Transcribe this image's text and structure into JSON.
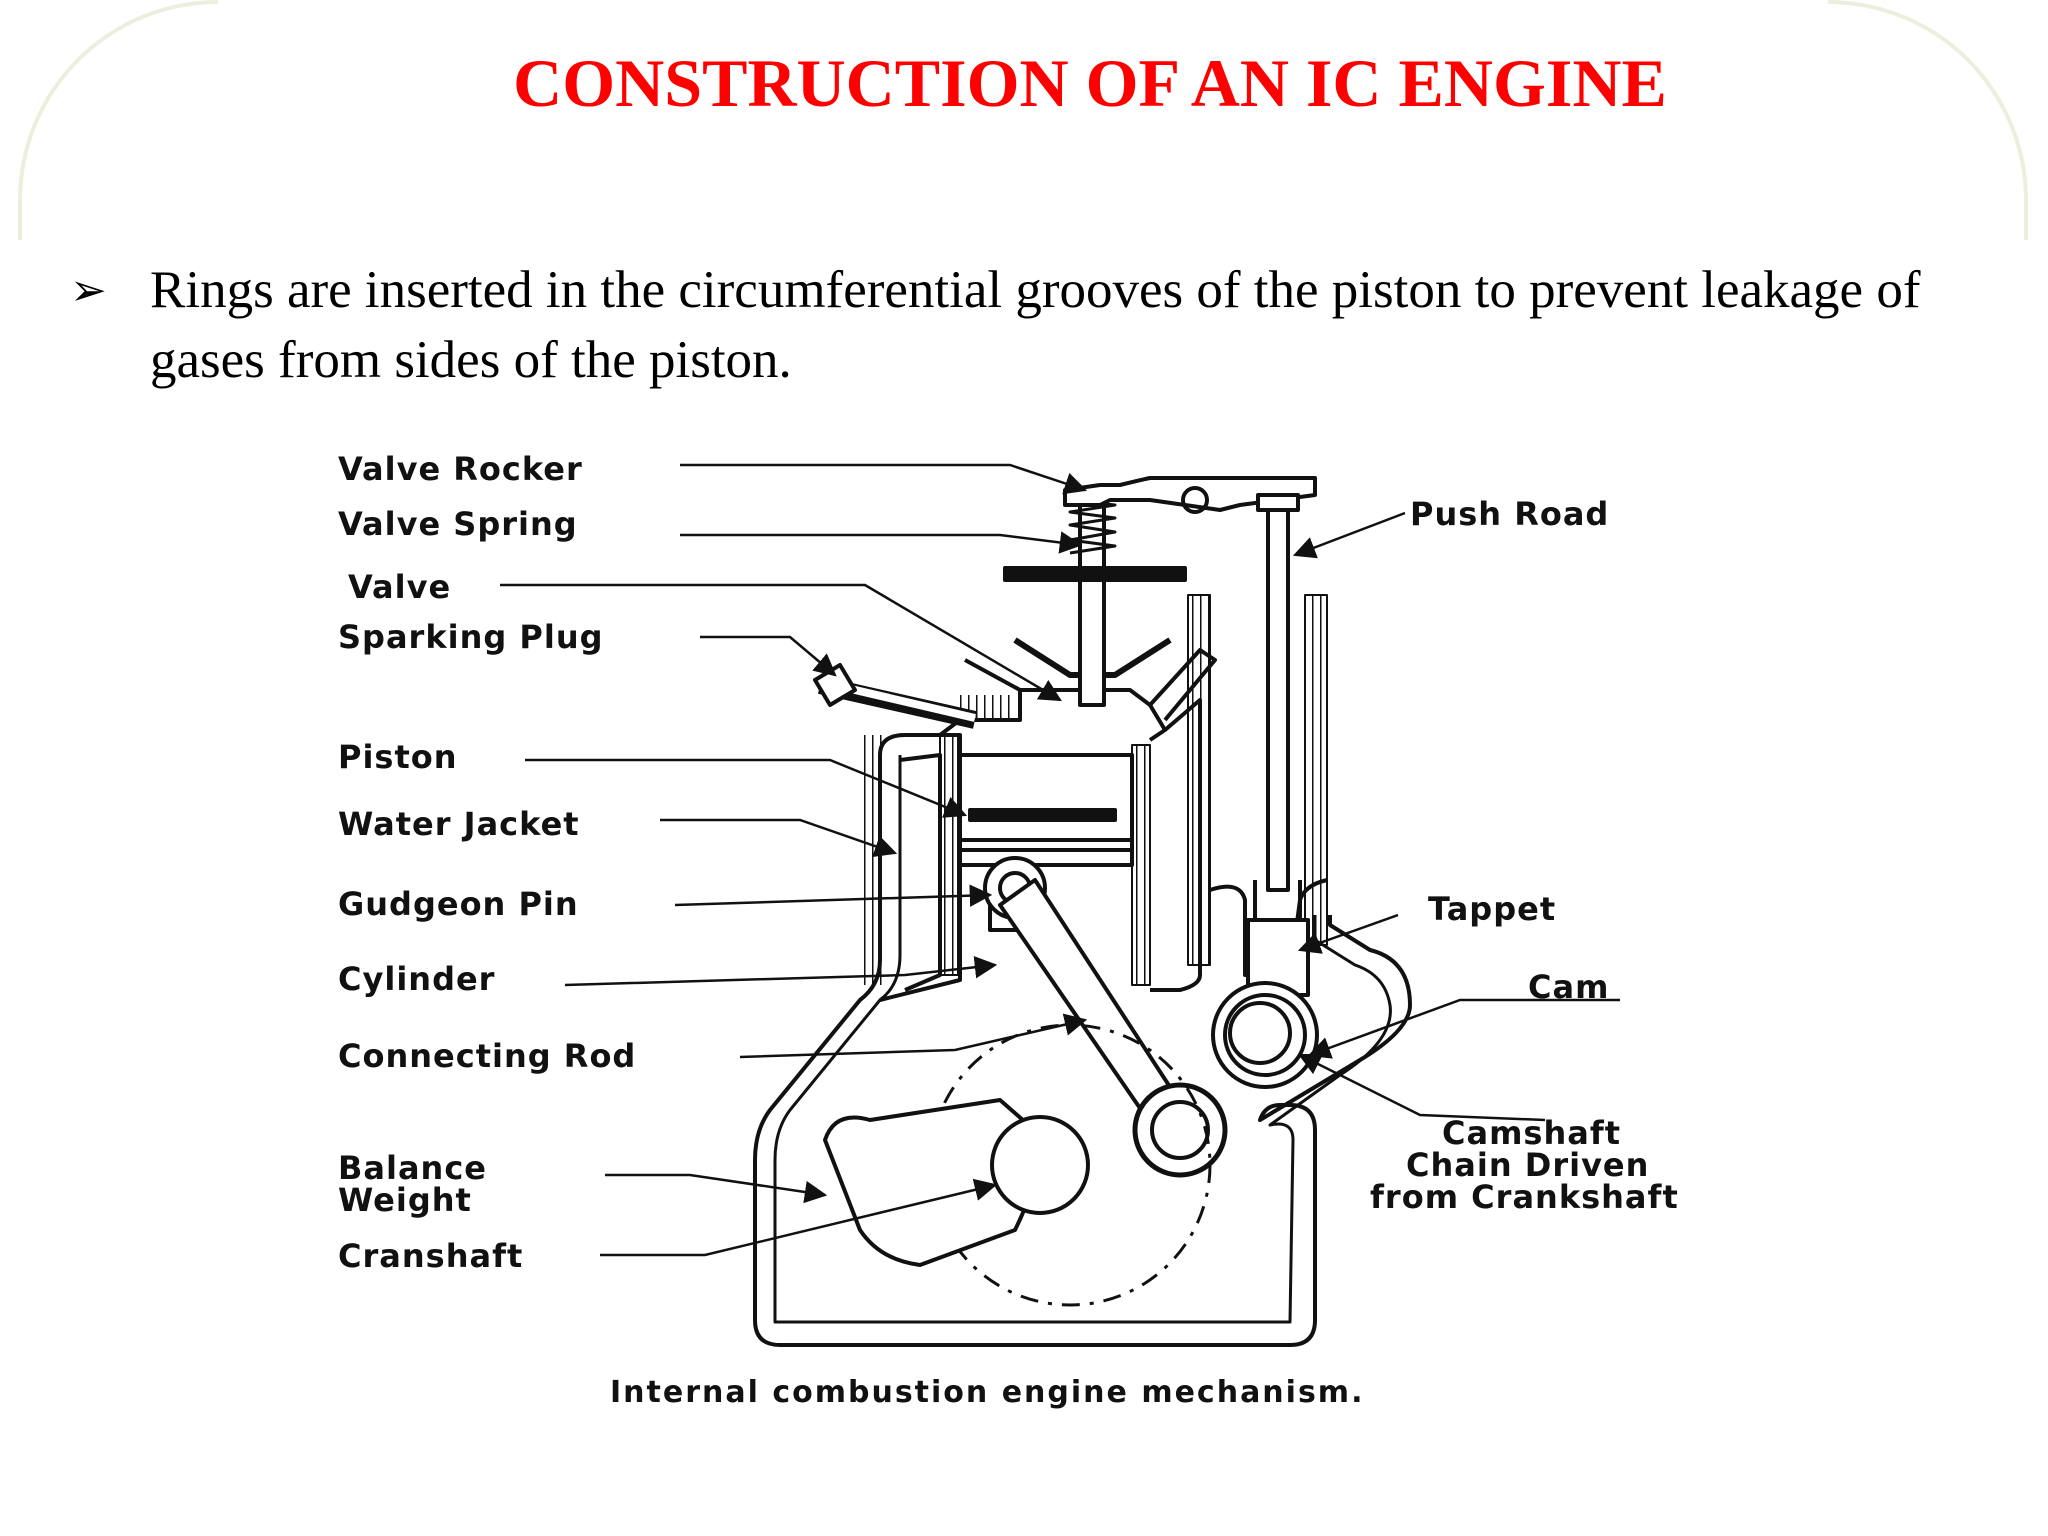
{
  "title": "CONSTRUCTION OF AN IC ENGINE",
  "bullet": {
    "marker": "➢",
    "text": "Rings are inserted in the circumferential grooves  of the piston to prevent leakage of gases from sides of the piston."
  },
  "diagram": {
    "labels": {
      "valve_rocker": "Valve Rocker",
      "valve_spring": "Valve Spring",
      "valve": "Valve",
      "sparking_plug": "Sparking Plug",
      "piston": "Piston",
      "water_jacket": "Water Jacket",
      "gudgeon_pin": "Gudgeon Pin",
      "cylinder": "Cylinder",
      "connecting_rod": "Connecting Rod",
      "balance_weight_line1": "Balance",
      "balance_weight_line2": "Weight",
      "cranshaft": "Cranshaft",
      "push_road": "Push Road",
      "tappet": "Tappet",
      "cam": "Cam",
      "camshaft_line1": "Camshaft",
      "camshaft_line2": "Chain Driven",
      "camshaft_line3": "from Crankshaft"
    },
    "caption": "Internal combustion engine mechanism."
  },
  "colors": {
    "title": "#ff0000",
    "frame": "#eeeedf",
    "ink": "#111111"
  }
}
